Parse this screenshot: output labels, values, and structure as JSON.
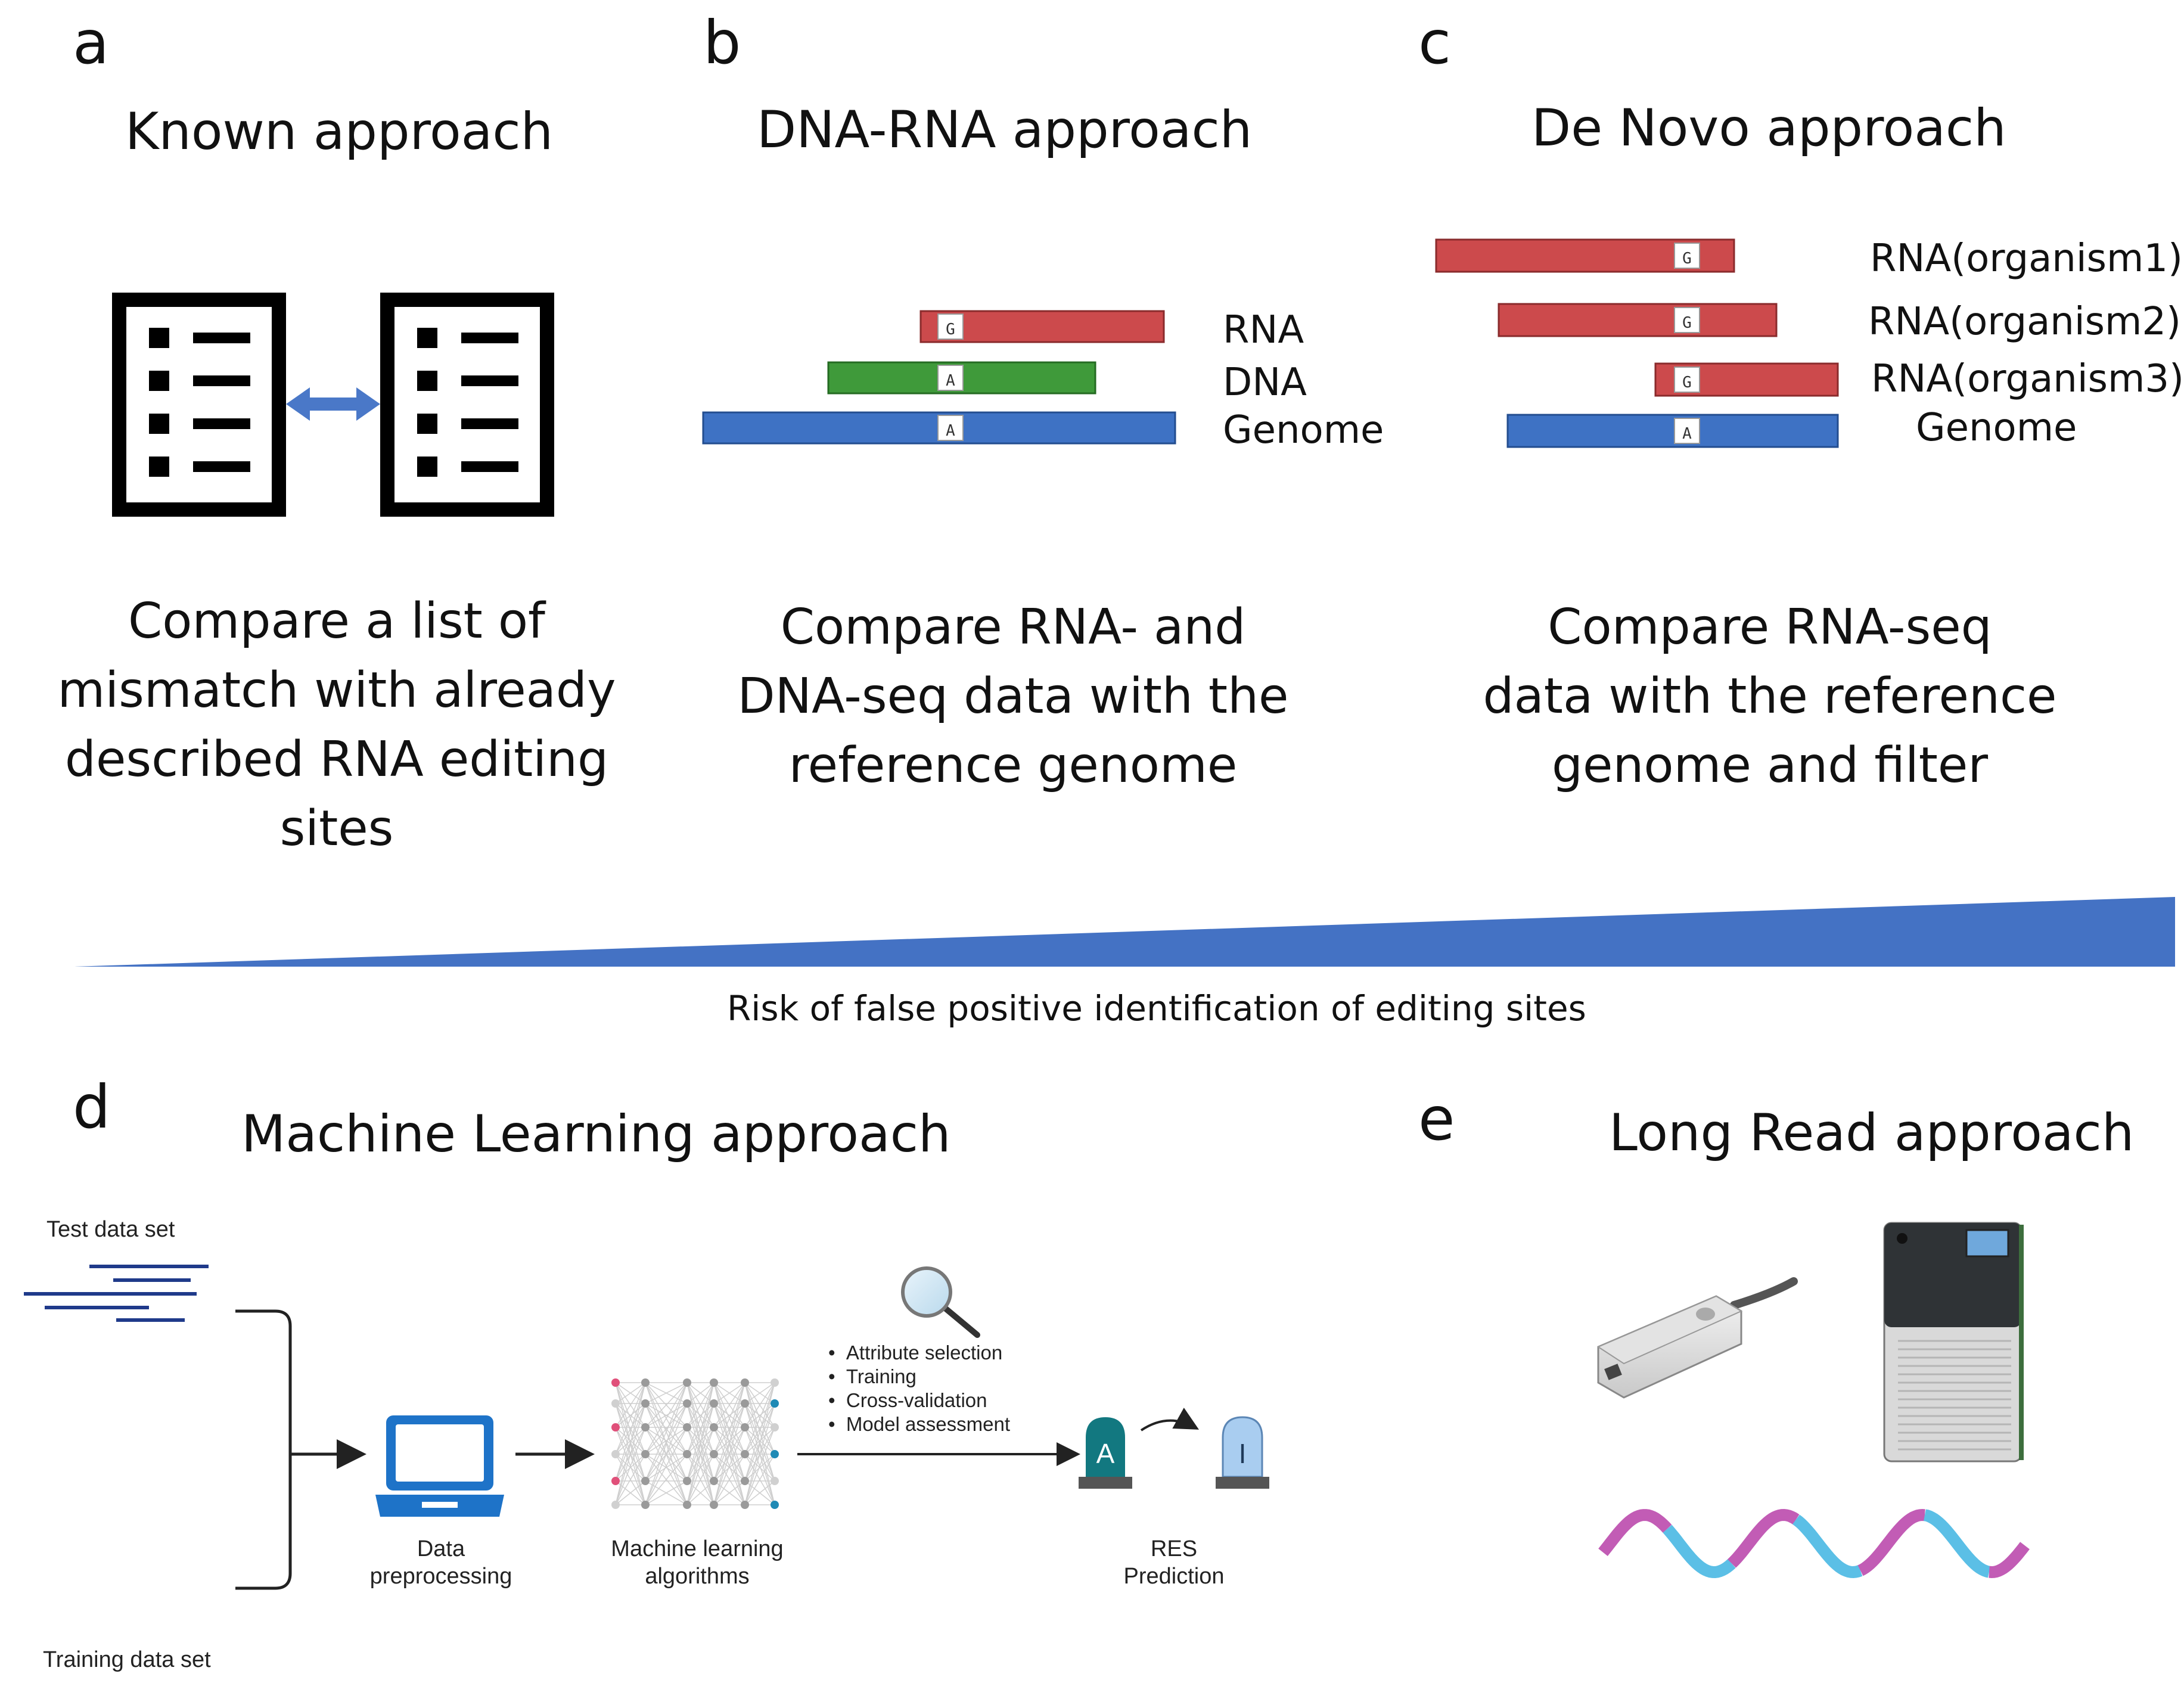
{
  "panels": {
    "a": {
      "letter": "a",
      "title": "Known approach",
      "desc": [
        "Compare a list of",
        "mismatch with already",
        "described RNA editing",
        "sites"
      ]
    },
    "b": {
      "letter": "b",
      "title": "DNA-RNA approach",
      "desc": [
        "Compare RNA- and",
        "DNA-seq data with the",
        "reference genome"
      ],
      "tracks": {
        "rna": "RNA",
        "dna": "DNA",
        "genome": "Genome"
      },
      "bases": {
        "rna": "G",
        "dna": "A",
        "genome": "A"
      }
    },
    "c": {
      "letter": "c",
      "title": "De Novo approach",
      "desc": [
        "Compare RNA-seq",
        "data with the reference",
        "genome and filter"
      ],
      "tracks": {
        "rna1": "RNA(organism1)",
        "rna2": "RNA(organism2)",
        "rna3": "RNA(organism3)",
        "genome": "Genome"
      },
      "bases": {
        "rna1": "G",
        "rna2": "G",
        "rna3": "G",
        "genome": "A"
      }
    },
    "d": {
      "letter": "d",
      "title": "Machine Learning approach",
      "test_label": "Test data set",
      "training_label": "Training data set",
      "preprocessing": [
        "Data",
        "preprocessing"
      ],
      "ml": [
        "Machine learning",
        "algorithms"
      ],
      "steps": [
        "Attribute selection",
        "Training",
        "Cross-validation",
        "Model assessment"
      ],
      "res": [
        "RES",
        "Prediction"
      ],
      "beacon_a": "A",
      "beacon_i": "I"
    },
    "e": {
      "letter": "e",
      "title": "Long Read approach"
    }
  },
  "risk_label": "Risk of false positive identification of editing sites",
  "colors": {
    "rna": "#cc4a4c",
    "dna": "#3f9a3a",
    "genome": "#3e72c4",
    "wedge": "#4472c4",
    "arrow": "#4a78c8",
    "navy": "#1f3a8a",
    "teal": "#127880",
    "lightblue": "#a9cdf0",
    "wave_blue": "#5bbfe6",
    "wave_pink": "#c25cb5"
  }
}
